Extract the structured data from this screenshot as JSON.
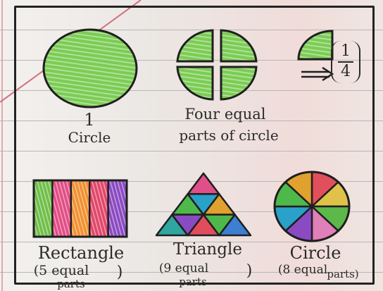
{
  "top_row": {
    "circle_number": "1",
    "circle_label": "Circle",
    "four_equal_line1": "Four equal",
    "four_equal_line2": "parts of circle",
    "fraction_numerator": "1",
    "fraction_denominator": "4"
  },
  "bottom_row": {
    "rectangle_label": "Rectangle",
    "rectangle_parts": "(5 equal",
    "rectangle_parts2": "parts",
    "rectangle_paren": ")",
    "triangle_label": "Triangle",
    "triangle_parts": "(9 equal",
    "triangle_parts2": "parts",
    "triangle_paren": ")",
    "circle_label": "Circle",
    "circle_parts": "(8 equal",
    "circle_parts2": "parts)"
  },
  "colors": {
    "green": "#6fc04a",
    "ink": "#232323",
    "rect_stripes": [
      "#6fbf48",
      "#e34d86",
      "#f1902f",
      "#e2466a",
      "#8a4ac2"
    ],
    "triangle_pieces": [
      "#e04f8a",
      "#4fb84a",
      "#2aa1c9",
      "#e0a12e",
      "#2fa7a0",
      "#8a4ac2",
      "#e24d5b",
      "#4fb84a",
      "#3d7fd1"
    ],
    "circle_slices": [
      "#e04f5b",
      "#e0c24a",
      "#5db84a",
      "#e07fb8",
      "#8a4ac2",
      "#2aa1c9",
      "#4fb84a",
      "#e0a12e"
    ]
  }
}
